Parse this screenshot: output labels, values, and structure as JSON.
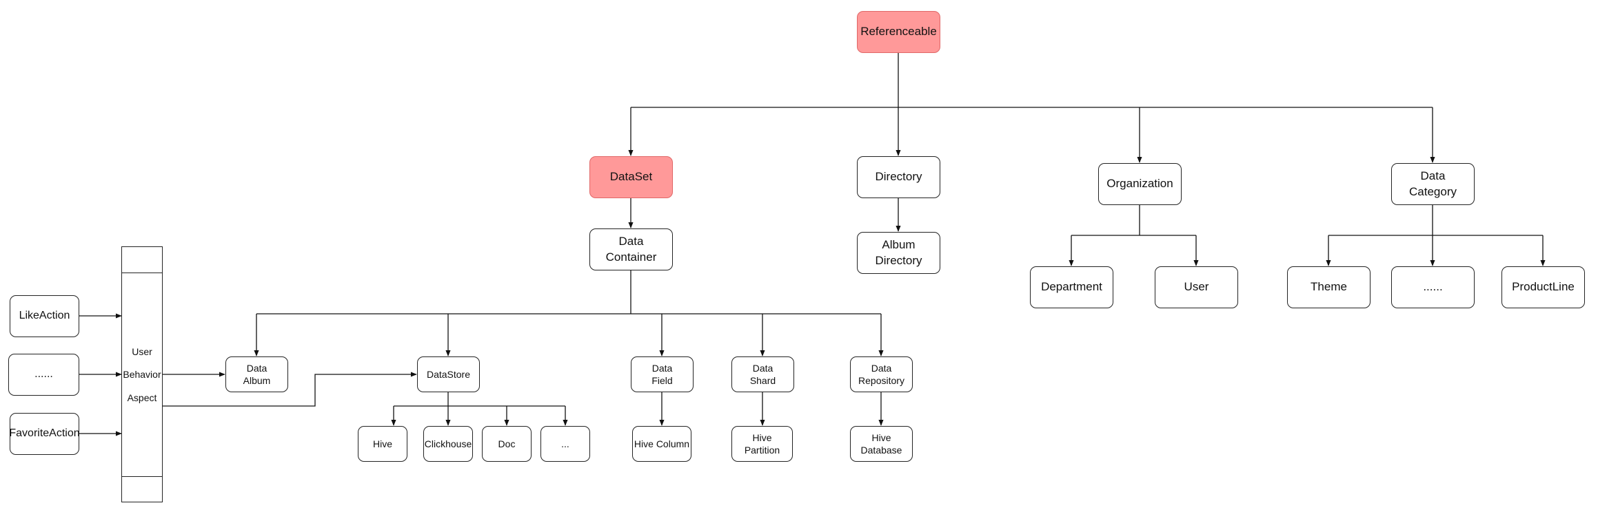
{
  "colors": {
    "highlight_fill": "#ff9999",
    "highlight_border": "#e06666",
    "line": "#111111"
  },
  "nodes": {
    "referenceable": "Referenceable",
    "dataset": "DataSet",
    "directory": "Directory",
    "organization": "Organization",
    "data_category": "Data\nCategory",
    "data_container": "Data\nContainer",
    "album_directory": "Album\nDirectory",
    "department": "Department",
    "user": "User",
    "theme": "Theme",
    "category_ellipsis": "......",
    "productline": "ProductLine",
    "data_album": "Data\nAlbum",
    "datastore": "DataStore",
    "data_field": "Data\nField",
    "data_shard": "Data\nShard",
    "data_repository": "Data\nRepository",
    "hive": "Hive",
    "clickhouse": "Clickhouse",
    "doc": "Doc",
    "store_ellipsis": "...",
    "hive_column": "Hive Column",
    "hive_partition": "Hive\nPartition",
    "hive_database": "Hive\nDatabase",
    "like_action": "LikeAction",
    "action_ellipsis": "......",
    "favorite_action": "FavoriteAction"
  },
  "aspect": {
    "line1": "User",
    "line2": "Behavior",
    "line3": "Aspect"
  }
}
